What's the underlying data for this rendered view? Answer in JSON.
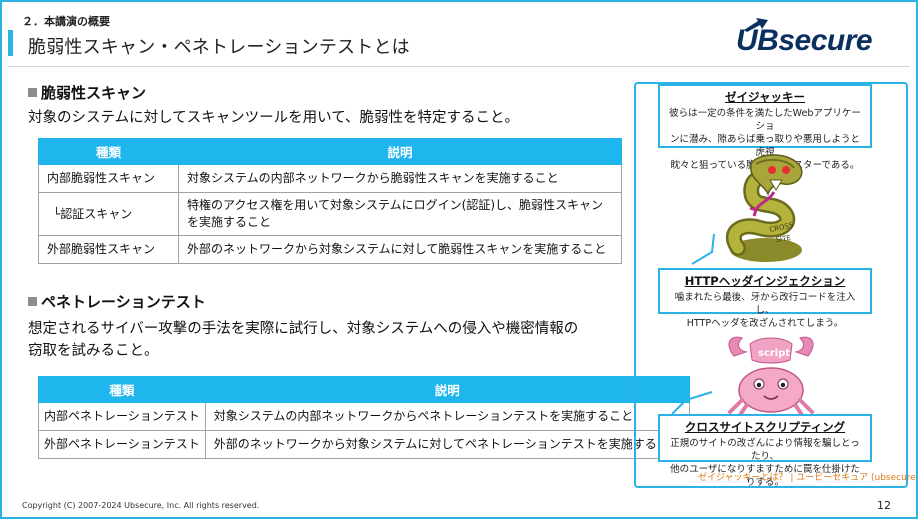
{
  "header": {
    "section_number": "２．本講演の概要",
    "title": "脆弱性スキャン・ペネトレーションテストとは",
    "logo_text": "UBsecure"
  },
  "scan": {
    "heading": "脆弱性スキャン",
    "description": "対象のシステムに対してスキャンツールを用いて、脆弱性を特定すること。",
    "table": {
      "headers": [
        "種類",
        "説明"
      ],
      "rows": [
        [
          "内部脆弱性スキャン",
          "対象システムの内部ネットワークから脆弱性スキャンを実施すること"
        ],
        [
          "└認証スキャン",
          "特権のアクセス権を用いて対象システムにログイン(認証)し、脆弱性スキャンを実施すること"
        ],
        [
          "外部脆弱性スキャン",
          "外部のネットワークから対象システムに対して脆弱性スキャンを実施すること"
        ]
      ]
    }
  },
  "pentest": {
    "heading": "ペネトレーションテスト",
    "description_line1": "想定されるサイバー攻撃の手法を実際に試行し、対象システムへの侵入や機密情報の",
    "description_line2": "窃取を試みること。",
    "table": {
      "headers": [
        "種類",
        "説明"
      ],
      "rows": [
        [
          "内部ペネトレーションテスト",
          "対象システムの内部ネットワークからペネトレーションテストを実施すること"
        ],
        [
          "外部ペネトレーションテスト",
          "外部のネットワークから対象システムに対してペネトレーションテストを実施すること"
        ]
      ]
    }
  },
  "side_panel": {
    "callout1": {
      "title": "ゼイジャッキー",
      "body_line1": "彼らは一定の条件を満たしたWebアプリケーショ",
      "body_line2": "ンに潜み、隙あらば乗っ取りや悪用しようと虎視",
      "body_line3": "眈々と狙っている脆弱性モンスターである。"
    },
    "snake_text_1": "CROSS",
    "snake_text_2": "SITE",
    "callout2": {
      "title": "HTTPヘッダインジェクション",
      "body_line1": "噛まれたら最後、牙から改行コードを注入し、",
      "body_line2": "HTTPヘッダを改ざんされてしまう。"
    },
    "crab_label": "script",
    "callout3": {
      "title": "クロスサイトスクリプティング",
      "body_line1": "正規のサイトの改ざんにより情報を騙しとったり、",
      "body_line2": "他のユーザになりすますために罠を仕掛けたりする。"
    },
    "credit": "ゼイジャッキーとは？ | ユービーセキュア (ubsecure.jp)"
  },
  "footer": {
    "copyright": "Copyright (C) 2007-2024 Ubsecure, Inc.  All rights reserved.",
    "page_number": "12"
  },
  "colors": {
    "accent": "#2bb3e6",
    "table_header": "#1fb6ee",
    "logo": "#0b3060",
    "credit_link": "#e07a18"
  }
}
